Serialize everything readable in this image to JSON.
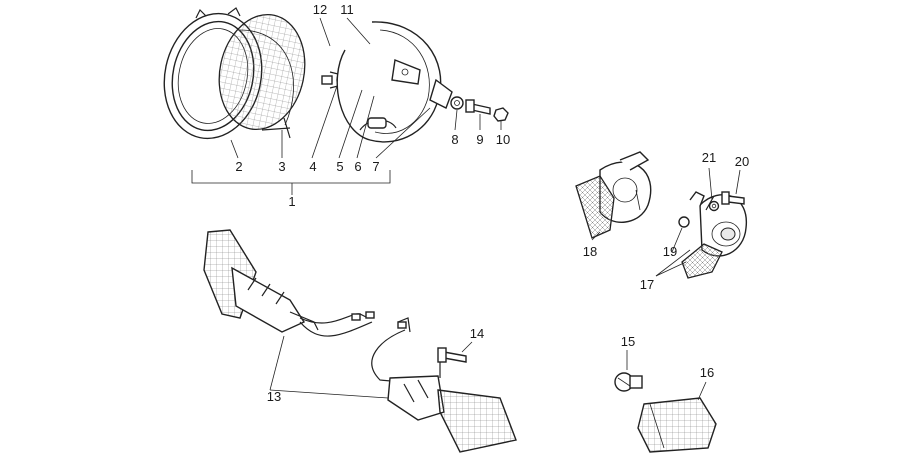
{
  "colors": {
    "ink": "#222222",
    "paper": "#ffffff",
    "shade": "#e9e9e9"
  },
  "callouts": {
    "c1": "1",
    "c2": "2",
    "c3": "3",
    "c4": "4",
    "c5": "5",
    "c6": "6",
    "c7": "7",
    "c8": "8",
    "c9": "9",
    "c10": "10",
    "c11": "11",
    "c12": "12",
    "c13": "13",
    "c14": "14",
    "c15": "15",
    "c16": "16",
    "c17": "17",
    "c18": "18",
    "c19": "19",
    "c20": "20",
    "c21": "21"
  }
}
